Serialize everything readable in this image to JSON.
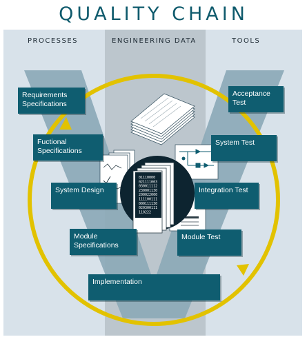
{
  "title": "QUALITY CHAIN",
  "columns": {
    "processes": "PROCESSES",
    "engineering_data": "ENGINEERING DATA",
    "tools": "TOOLS"
  },
  "left_steps": {
    "requirements": "Requirements Specifications",
    "functional": "Fuctional Specifications",
    "system_design": "System Design",
    "module_specs": "Module Specifications"
  },
  "bottom_step": "Implementation",
  "right_steps": {
    "acceptance": "Acceptance Test",
    "system_test": "System Test",
    "integration": "Integration Test",
    "module_test": "Module Test"
  },
  "binary_lines": [
    "01110000",
    "021111003",
    "030011112",
    "230001130",
    "200022000",
    "111100111",
    "000111130",
    "020300111",
    "110222"
  ],
  "colors": {
    "title": "#0e5a6c",
    "background_panel": "#d8e2ea",
    "center_panel": "#bcc6cd",
    "v_shape": "#8aa7b6",
    "box": "#0f5d70",
    "cycle": "#e2c200"
  }
}
